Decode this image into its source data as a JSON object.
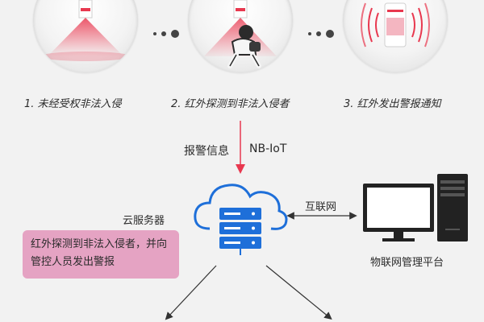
{
  "steps": [
    {
      "label": "1. 未经受权非法入侵"
    },
    {
      "label": "2. 红外探测到非法入侵者"
    },
    {
      "label": "3. 红外发出警报通知"
    }
  ],
  "flow": {
    "alarm_info": "报警信息",
    "protocol": "NB-IoT",
    "internet": "互联网"
  },
  "cloud": {
    "label": "云服务器",
    "note": "红外探测到非法入侵者，并向管控人员发出警报"
  },
  "platform": {
    "label": "物联网管理平台"
  },
  "colors": {
    "alarm_red": "#e8384f",
    "cloud_blue": "#1e6fd9",
    "note_pink": "#e5a3c3"
  }
}
